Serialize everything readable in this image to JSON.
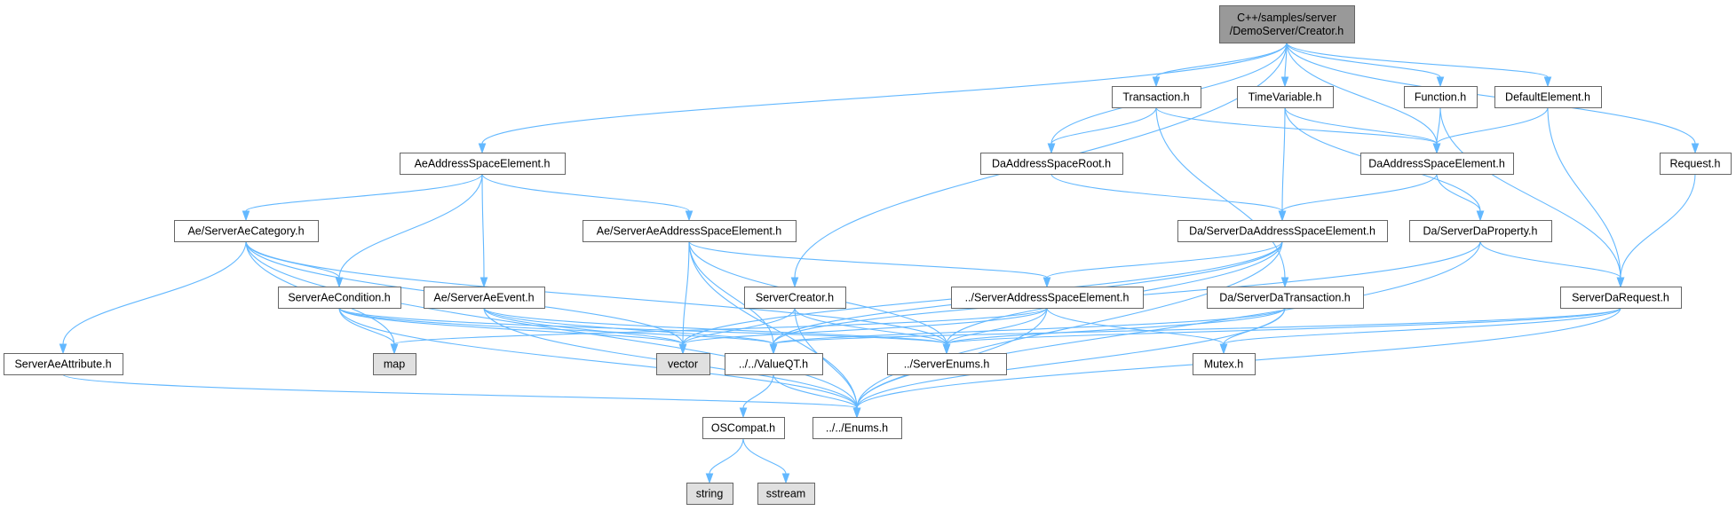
{
  "diagram": {
    "type": "include-dependency-graph",
    "colors": {
      "edge": "#63b8ff",
      "node_fill": "#ffffff",
      "root_fill": "#999999",
      "system_fill": "#e0e0e0",
      "node_border": "#666666"
    },
    "nodes": [
      {
        "id": "root",
        "label": [
          "C++/samples/server",
          "/DemoServer/Creator.h"
        ],
        "kind": "root"
      },
      {
        "id": "transaction",
        "label": [
          "Transaction.h"
        ],
        "kind": "file"
      },
      {
        "id": "timevariable",
        "label": [
          "TimeVariable.h"
        ],
        "kind": "file"
      },
      {
        "id": "function",
        "label": [
          "Function.h"
        ],
        "kind": "file"
      },
      {
        "id": "defaultelement",
        "label": [
          "DefaultElement.h"
        ],
        "kind": "file"
      },
      {
        "id": "aeaddressspaceelement",
        "label": [
          "AeAddressSpaceElement.h"
        ],
        "kind": "file"
      },
      {
        "id": "daaddressspaceroot",
        "label": [
          "DaAddressSpaceRoot.h"
        ],
        "kind": "file"
      },
      {
        "id": "daaddressspaceelement",
        "label": [
          "DaAddressSpaceElement.h"
        ],
        "kind": "file"
      },
      {
        "id": "request",
        "label": [
          "Request.h"
        ],
        "kind": "file"
      },
      {
        "id": "aecategory",
        "label": [
          "Ae/ServerAeCategory.h"
        ],
        "kind": "file"
      },
      {
        "id": "aeaddressspaceelement2",
        "label": [
          "Ae/ServerAeAddressSpaceElement.h"
        ],
        "kind": "file"
      },
      {
        "id": "daaddressspaceelement2",
        "label": [
          "Da/ServerDaAddressSpaceElement.h"
        ],
        "kind": "file"
      },
      {
        "id": "daproperty",
        "label": [
          "Da/ServerDaProperty.h"
        ],
        "kind": "file"
      },
      {
        "id": "aecondition",
        "label": [
          "ServerAeCondition.h"
        ],
        "kind": "file"
      },
      {
        "id": "aeevent",
        "label": [
          "Ae/ServerAeEvent.h"
        ],
        "kind": "file"
      },
      {
        "id": "servercreator",
        "label": [
          "ServerCreator.h"
        ],
        "kind": "file"
      },
      {
        "id": "serveraddressspaceelement",
        "label": [
          "../ServerAddressSpaceElement.h"
        ],
        "kind": "file"
      },
      {
        "id": "datransaction",
        "label": [
          "Da/ServerDaTransaction.h"
        ],
        "kind": "file"
      },
      {
        "id": "darequest",
        "label": [
          "ServerDaRequest.h"
        ],
        "kind": "file"
      },
      {
        "id": "aeattribute",
        "label": [
          "ServerAeAttribute.h"
        ],
        "kind": "file"
      },
      {
        "id": "map",
        "label": [
          "map"
        ],
        "kind": "system"
      },
      {
        "id": "vector",
        "label": [
          "vector"
        ],
        "kind": "system"
      },
      {
        "id": "valueqt",
        "label": [
          "../../ValueQT.h"
        ],
        "kind": "file"
      },
      {
        "id": "serverenums",
        "label": [
          "../ServerEnums.h"
        ],
        "kind": "file"
      },
      {
        "id": "mutex",
        "label": [
          "Mutex.h"
        ],
        "kind": "file"
      },
      {
        "id": "oscompat",
        "label": [
          "OSCompat.h"
        ],
        "kind": "file"
      },
      {
        "id": "enums",
        "label": [
          "../../Enums.h"
        ],
        "kind": "file"
      },
      {
        "id": "string",
        "label": [
          "string"
        ],
        "kind": "system"
      },
      {
        "id": "sstream",
        "label": [
          "sstream"
        ],
        "kind": "system"
      }
    ],
    "edges": [
      [
        "root",
        "transaction"
      ],
      [
        "root",
        "timevariable"
      ],
      [
        "root",
        "function"
      ],
      [
        "root",
        "defaultelement"
      ],
      [
        "root",
        "request"
      ],
      [
        "root",
        "aeaddressspaceelement"
      ],
      [
        "root",
        "daaddressspaceroot"
      ],
      [
        "root",
        "daaddressspaceelement"
      ],
      [
        "root",
        "servercreator"
      ],
      [
        "transaction",
        "daaddressspaceroot"
      ],
      [
        "transaction",
        "daaddressspaceelement"
      ],
      [
        "transaction",
        "datransaction"
      ],
      [
        "timevariable",
        "daaddressspaceelement"
      ],
      [
        "timevariable",
        "daaddressspaceelement2"
      ],
      [
        "timevariable",
        "daproperty"
      ],
      [
        "function",
        "daaddressspaceelement"
      ],
      [
        "function",
        "darequest"
      ],
      [
        "defaultelement",
        "daaddressspaceelement"
      ],
      [
        "defaultelement",
        "darequest"
      ],
      [
        "request",
        "darequest"
      ],
      [
        "daaddressspaceroot",
        "daaddressspaceelement2"
      ],
      [
        "daaddressspaceelement",
        "daaddressspaceelement2"
      ],
      [
        "daaddressspaceelement",
        "daproperty"
      ],
      [
        "aeaddressspaceelement",
        "aecategory"
      ],
      [
        "aeaddressspaceelement",
        "aeaddressspaceelement2"
      ],
      [
        "aeaddressspaceelement",
        "aecondition"
      ],
      [
        "aeaddressspaceelement",
        "aeevent"
      ],
      [
        "aecategory",
        "aeattribute"
      ],
      [
        "aecategory",
        "aecondition"
      ],
      [
        "aecategory",
        "map"
      ],
      [
        "aecategory",
        "vector"
      ],
      [
        "aecategory",
        "serverenums"
      ],
      [
        "aecategory",
        "enums"
      ],
      [
        "aeaddressspaceelement2",
        "serveraddressspaceelement"
      ],
      [
        "aeaddressspaceelement2",
        "vector"
      ],
      [
        "aeaddressspaceelement2",
        "valueqt"
      ],
      [
        "aeaddressspaceelement2",
        "serverenums"
      ],
      [
        "aeaddressspaceelement2",
        "enums"
      ],
      [
        "daaddressspaceelement2",
        "serveraddressspaceelement"
      ],
      [
        "daaddressspaceelement2",
        "vector"
      ],
      [
        "daaddressspaceelement2",
        "serverenums"
      ],
      [
        "daaddressspaceelement2",
        "valueqt"
      ],
      [
        "daaddressspaceelement2",
        "enums"
      ],
      [
        "daproperty",
        "darequest"
      ],
      [
        "daproperty",
        "valueqt"
      ],
      [
        "daproperty",
        "enums"
      ],
      [
        "aecondition",
        "map"
      ],
      [
        "aecondition",
        "vector"
      ],
      [
        "aecondition",
        "valueqt"
      ],
      [
        "aecondition",
        "serverenums"
      ],
      [
        "aecondition",
        "enums"
      ],
      [
        "aeevent",
        "vector"
      ],
      [
        "aeevent",
        "valueqt"
      ],
      [
        "aeevent",
        "serverenums"
      ],
      [
        "aeevent",
        "enums"
      ],
      [
        "servercreator",
        "vector"
      ],
      [
        "servercreator",
        "serverenums"
      ],
      [
        "servercreator",
        "enums"
      ],
      [
        "serveraddressspaceelement",
        "map"
      ],
      [
        "serveraddressspaceelement",
        "serverenums"
      ],
      [
        "serveraddressspaceelement",
        "mutex"
      ],
      [
        "serveraddressspaceelement",
        "vector"
      ],
      [
        "serveraddressspaceelement",
        "enums"
      ],
      [
        "datransaction",
        "serverenums"
      ],
      [
        "datransaction",
        "mutex"
      ],
      [
        "datransaction",
        "enums"
      ],
      [
        "datransaction",
        "valueqt"
      ],
      [
        "darequest",
        "serverenums"
      ],
      [
        "darequest",
        "mutex"
      ],
      [
        "darequest",
        "valueqt"
      ],
      [
        "darequest",
        "enums"
      ],
      [
        "aeattribute",
        "enums"
      ],
      [
        "valueqt",
        "oscompat"
      ],
      [
        "valueqt",
        "enums"
      ],
      [
        "oscompat",
        "string"
      ],
      [
        "oscompat",
        "sstream"
      ]
    ]
  }
}
